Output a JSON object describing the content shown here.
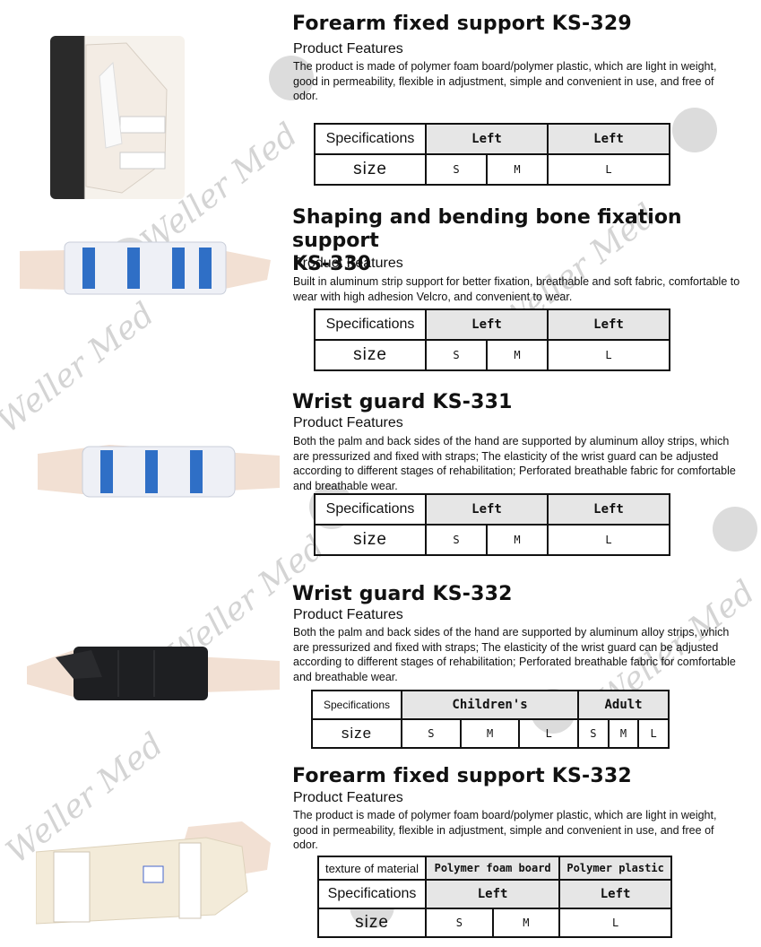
{
  "watermark": "Weller Med",
  "products": [
    {
      "title": "Forearm fixed support   KS-329",
      "features_heading": "Product Features",
      "description": "The product is made of polymer foam board/polymer plastic, which are light in weight, good in permeability, flexible in adjustment, simple and convenient in use, and free of odor.",
      "spec_label": "Specifications",
      "headers": [
        "Left",
        "Left"
      ],
      "size_label": "size",
      "sizes": [
        "S",
        "M",
        "L"
      ]
    },
    {
      "title_line1": "Shaping and bending bone fixation support",
      "title_line2": "KS-330",
      "features_heading": "Product Features",
      "description": "Built in aluminum strip support for better fixation, breathable and soft fabric, comfortable to wear with high adhesion Velcro, and convenient to wear.",
      "spec_label": "Specifications",
      "headers": [
        "Left",
        "Left"
      ],
      "size_label": "size",
      "sizes": [
        "S",
        "M",
        "L"
      ]
    },
    {
      "title": "Wrist guard   KS-331",
      "features_heading": "Product Features",
      "description": "Both the palm and back sides of the hand are supported by aluminum alloy strips, which are pressurized and fixed with straps; The elasticity of the wrist guard can be adjusted according to different stages of rehabilitation; Perforated breathable fabric for comfortable and breathable wear.",
      "spec_label": "Specifications",
      "headers": [
        "Left",
        "Left"
      ],
      "size_label": "size",
      "sizes": [
        "S",
        "M",
        "L"
      ]
    },
    {
      "title": "Wrist guard   KS-332",
      "features_heading": "Product Features",
      "description": "Both the palm and back sides of the hand are supported by aluminum alloy strips, which are pressurized and fixed with straps; The elasticity of the wrist guard can be adjusted according to different stages of rehabilitation; Perforated breathable fabric for comfortable and breathable wear.",
      "spec_label": "Specifications",
      "headers": [
        "Children's",
        "Adult"
      ],
      "size_label": "size",
      "sizes": [
        "S",
        "M",
        "L",
        "S",
        "M",
        "L"
      ]
    },
    {
      "title": "Forearm fixed support   KS-332",
      "features_heading": "Product Features",
      "description": "The product is made of polymer foam board/polymer plastic, which are light in weight, good in permeability, flexible in adjustment, simple and convenient in use, and free of odor.",
      "material_label": "texture of material",
      "materials": [
        "Polymer foam board",
        "Polymer plastic"
      ],
      "spec_label": "Specifications",
      "headers": [
        "Left",
        "Left"
      ],
      "size_label": "size",
      "sizes": [
        "S",
        "M",
        "L"
      ]
    }
  ]
}
